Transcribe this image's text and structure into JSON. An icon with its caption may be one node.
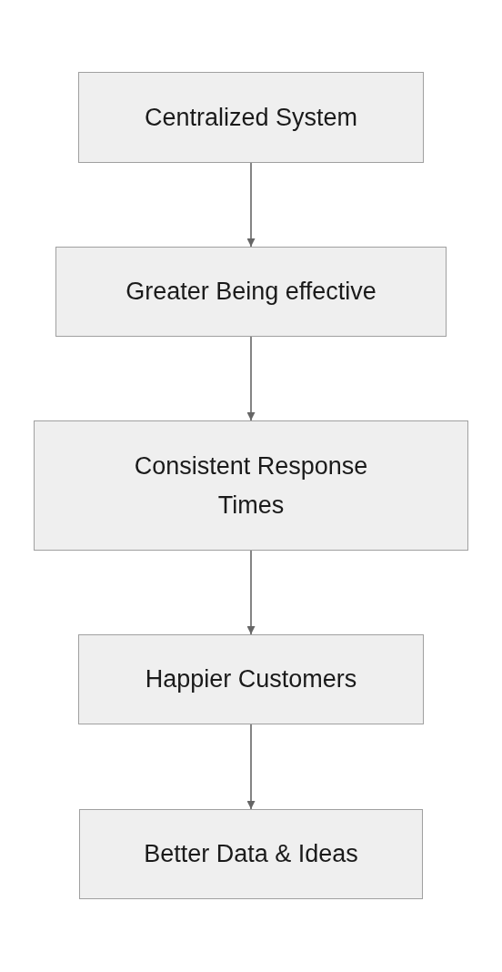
{
  "diagram": {
    "nodes": [
      {
        "text": [
          "Centralized System"
        ]
      },
      {
        "text": [
          "Greater Being effective"
        ]
      },
      {
        "text": [
          "Consistent Response Times"
        ]
      },
      {
        "text": [
          "Happier Customers"
        ]
      },
      {
        "text": [
          "Better Data & Ideas"
        ]
      }
    ],
    "edges": [
      {
        "from": 0,
        "to": 1,
        "arrow": "to"
      },
      {
        "from": 1,
        "to": 2,
        "arrow": "to"
      },
      {
        "from": 2,
        "to": 3,
        "arrow": "to"
      },
      {
        "from": 3,
        "to": 4,
        "arrow": "to"
      }
    ]
  }
}
